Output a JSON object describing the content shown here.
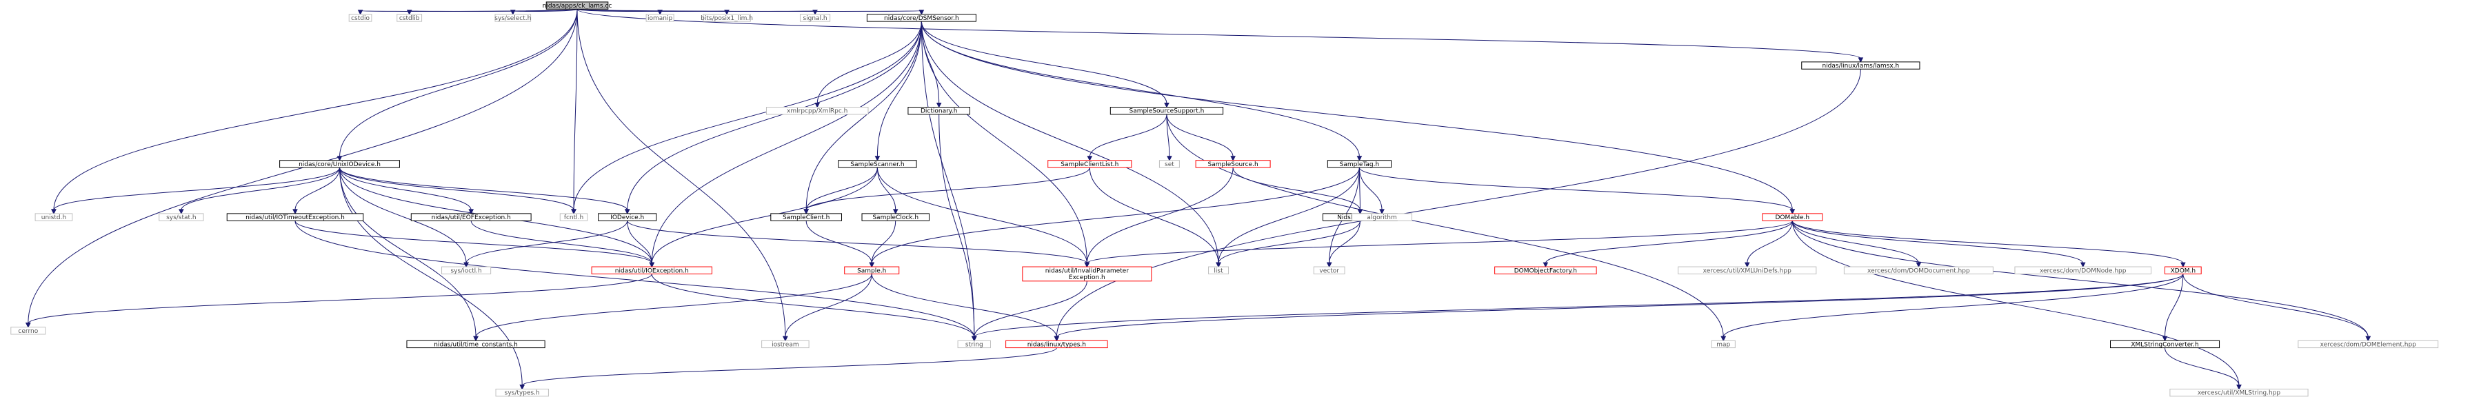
{
  "colors": {
    "edge": "#191970",
    "node_border_normal": "#bfbfbf",
    "node_border_black": "#000000",
    "node_border_red": "#ff0000",
    "root_fill": "#bfbfbf",
    "node_fill": "#ffffff",
    "text_normal": "#000000",
    "text_muted": "#555555"
  },
  "nodes": [
    {
      "id": "root",
      "label": "nidas/apps/ck_lams.cc",
      "style": "root"
    },
    {
      "id": "cstdio",
      "label": "cstdio",
      "style": "plain"
    },
    {
      "id": "cstdlib",
      "label": "cstdlib",
      "style": "plain"
    },
    {
      "id": "sysselect",
      "label": "sys/select.h",
      "style": "plain"
    },
    {
      "id": "iomanip",
      "label": "iomanip",
      "style": "plain"
    },
    {
      "id": "bitsposix",
      "label": "bits/posix1_lim.h",
      "style": "plain"
    },
    {
      "id": "signal",
      "label": "signal.h",
      "style": "plain"
    },
    {
      "id": "dsmsensor",
      "label": "nidas/core/DSMSensor.h",
      "style": "black"
    },
    {
      "id": "lamsx",
      "label": "nidas/linux/lams/lamsx.h",
      "style": "black"
    },
    {
      "id": "xmlrpc",
      "label": "xmlrpcpp/XmlRpc.h",
      "style": "plain"
    },
    {
      "id": "dictionary",
      "label": "Dictionary.h",
      "style": "black"
    },
    {
      "id": "samplesourcesupport",
      "label": "SampleSourceSupport.h",
      "style": "black"
    },
    {
      "id": "unixiodevice",
      "label": "nidas/core/UnixIODevice.h",
      "style": "black"
    },
    {
      "id": "samplescanner",
      "label": "SampleScanner.h",
      "style": "black"
    },
    {
      "id": "sampleclientlist",
      "label": "SampleClientList.h",
      "style": "red"
    },
    {
      "id": "set",
      "label": "set",
      "style": "plain"
    },
    {
      "id": "samplesource",
      "label": "SampleSource.h",
      "style": "red"
    },
    {
      "id": "sampletag",
      "label": "SampleTag.h",
      "style": "black"
    },
    {
      "id": "unistd",
      "label": "unistd.h",
      "style": "plain"
    },
    {
      "id": "sysstat",
      "label": "sys/stat.h",
      "style": "plain"
    },
    {
      "id": "iotimeoutexc",
      "label": "nidas/util/IOTimeoutException.h",
      "style": "black"
    },
    {
      "id": "eofexc",
      "label": "nidas/util/EOFException.h",
      "style": "black"
    },
    {
      "id": "fcntl",
      "label": "fcntl.h",
      "style": "plain"
    },
    {
      "id": "iodevice",
      "label": "IODevice.h",
      "style": "black"
    },
    {
      "id": "sampleclient",
      "label": "SampleClient.h",
      "style": "black"
    },
    {
      "id": "sampleclock",
      "label": "SampleClock.h",
      "style": "black"
    },
    {
      "id": "nidsiterators",
      "label": "NidsIterators.h",
      "style": "black"
    },
    {
      "id": "algorithm",
      "label": "algorithm",
      "style": "plain"
    },
    {
      "id": "domable",
      "label": "DOMable.h",
      "style": "red"
    },
    {
      "id": "sysioctl",
      "label": "sys/ioctl.h",
      "style": "plain"
    },
    {
      "id": "ioexception",
      "label": "nidas/util/IOException.h",
      "style": "red"
    },
    {
      "id": "sample",
      "label": "Sample.h",
      "style": "red"
    },
    {
      "id": "invalidparam",
      "label": "nidas/util/InvalidParameter\nException.h",
      "style": "red"
    },
    {
      "id": "list",
      "label": "list",
      "style": "plain"
    },
    {
      "id": "vector",
      "label": "vector",
      "style": "plain"
    },
    {
      "id": "domobjectfactory",
      "label": "DOMObjectFactory.h",
      "style": "red"
    },
    {
      "id": "xmlunidefs",
      "label": "xercesc/util/XMLUniDefs.hpp",
      "style": "plain"
    },
    {
      "id": "domdocument",
      "label": "xercesc/dom/DOMDocument.hpp",
      "style": "plain"
    },
    {
      "id": "domnode",
      "label": "xercesc/dom/DOMNode.hpp",
      "style": "plain"
    },
    {
      "id": "xdom",
      "label": "XDOM.h",
      "style": "red"
    },
    {
      "id": "cerrno",
      "label": "cerrno",
      "style": "plain"
    },
    {
      "id": "timeconstants",
      "label": "nidas/util/time_constants.h",
      "style": "black"
    },
    {
      "id": "iostream",
      "label": "iostream",
      "style": "plain"
    },
    {
      "id": "string",
      "label": "string",
      "style": "plain"
    },
    {
      "id": "linuxtypes",
      "label": "nidas/linux/types.h",
      "style": "red"
    },
    {
      "id": "map",
      "label": "map",
      "style": "plain"
    },
    {
      "id": "xmlstringconverter",
      "label": "XMLStringConverter.h",
      "style": "black"
    },
    {
      "id": "domelement",
      "label": "xercesc/dom/DOMElement.hpp",
      "style": "plain"
    },
    {
      "id": "systypes",
      "label": "sys/types.h",
      "style": "plain"
    },
    {
      "id": "xmlstring",
      "label": "xercesc/util/XMLString.hpp",
      "style": "plain"
    }
  ],
  "edges": [
    [
      "root",
      "cstdio"
    ],
    [
      "root",
      "cstdlib"
    ],
    [
      "root",
      "sysselect"
    ],
    [
      "root",
      "iomanip"
    ],
    [
      "root",
      "bitsposix"
    ],
    [
      "root",
      "signal"
    ],
    [
      "root",
      "dsmsensor"
    ],
    [
      "root",
      "lamsx"
    ],
    [
      "root",
      "unixiodevice"
    ],
    [
      "root",
      "fcntl"
    ],
    [
      "root",
      "unistd"
    ],
    [
      "root",
      "cerrno"
    ],
    [
      "root",
      "iostream"
    ],
    [
      "dsmsensor",
      "xmlrpc"
    ],
    [
      "dsmsensor",
      "dictionary"
    ],
    [
      "dsmsensor",
      "samplesourcesupport"
    ],
    [
      "dsmsensor",
      "samplescanner"
    ],
    [
      "dsmsensor",
      "sampletag"
    ],
    [
      "dsmsensor",
      "domable"
    ],
    [
      "dsmsensor",
      "iodevice"
    ],
    [
      "dsmsensor",
      "fcntl"
    ],
    [
      "dsmsensor",
      "ioexception"
    ],
    [
      "dsmsensor",
      "invalidparam"
    ],
    [
      "dsmsensor",
      "string"
    ],
    [
      "dsmsensor",
      "list"
    ],
    [
      "dsmsensor",
      "sampleclient"
    ],
    [
      "lamsx",
      "linuxtypes"
    ],
    [
      "dictionary",
      "string"
    ],
    [
      "samplesourcesupport",
      "sampleclientlist"
    ],
    [
      "samplesourcesupport",
      "set"
    ],
    [
      "samplesourcesupport",
      "samplesource"
    ],
    [
      "samplesourcesupport",
      "map"
    ],
    [
      "unixiodevice",
      "unistd"
    ],
    [
      "unixiodevice",
      "sysstat"
    ],
    [
      "unixiodevice",
      "iotimeoutexc"
    ],
    [
      "unixiodevice",
      "eofexc"
    ],
    [
      "unixiodevice",
      "fcntl"
    ],
    [
      "unixiodevice",
      "iodevice"
    ],
    [
      "unixiodevice",
      "sysioctl"
    ],
    [
      "unixiodevice",
      "timeconstants"
    ],
    [
      "unixiodevice",
      "ioexception"
    ],
    [
      "unixiodevice",
      "systypes"
    ],
    [
      "samplescanner",
      "sampleclient"
    ],
    [
      "samplescanner",
      "sampleclock"
    ],
    [
      "samplescanner",
      "ioexception"
    ],
    [
      "samplescanner",
      "invalidparam"
    ],
    [
      "sampleclientlist",
      "sampleclient"
    ],
    [
      "sampleclientlist",
      "list"
    ],
    [
      "samplesource",
      "nidsiterators"
    ],
    [
      "samplesource",
      "invalidparam"
    ],
    [
      "sampletag",
      "nidsiterators"
    ],
    [
      "sampletag",
      "algorithm"
    ],
    [
      "sampletag",
      "vector"
    ],
    [
      "sampletag",
      "list"
    ],
    [
      "sampletag",
      "domable"
    ],
    [
      "sampletag",
      "sample"
    ],
    [
      "iotimeoutexc",
      "ioexception"
    ],
    [
      "iotimeoutexc",
      "string"
    ],
    [
      "eofexc",
      "ioexception"
    ],
    [
      "iodevice",
      "sysioctl"
    ],
    [
      "iodevice",
      "ioexception"
    ],
    [
      "iodevice",
      "invalidparam"
    ],
    [
      "sampleclient",
      "sample"
    ],
    [
      "sampleclock",
      "sample"
    ],
    [
      "nidsiterators",
      "list"
    ],
    [
      "nidsiterators",
      "vector"
    ],
    [
      "domable",
      "invalidparam"
    ],
    [
      "domable",
      "domobjectfactory"
    ],
    [
      "domable",
      "xmlunidefs"
    ],
    [
      "domable",
      "domdocument"
    ],
    [
      "domable",
      "domnode"
    ],
    [
      "domable",
      "xdom"
    ],
    [
      "domable",
      "domelement"
    ],
    [
      "domable",
      "xmlstring"
    ],
    [
      "ioexception",
      "cerrno"
    ],
    [
      "ioexception",
      "string"
    ],
    [
      "sample",
      "timeconstants"
    ],
    [
      "sample",
      "iostream"
    ],
    [
      "sample",
      "linuxtypes"
    ],
    [
      "invalidparam",
      "string"
    ],
    [
      "linuxtypes",
      "systypes"
    ],
    [
      "xdom",
      "string"
    ],
    [
      "xdom",
      "map"
    ],
    [
      "xdom",
      "xmlstringconverter"
    ],
    [
      "xdom",
      "domelement"
    ],
    [
      "xdom",
      "linuxtypes"
    ],
    [
      "xmlstringconverter",
      "xmlstring"
    ]
  ]
}
